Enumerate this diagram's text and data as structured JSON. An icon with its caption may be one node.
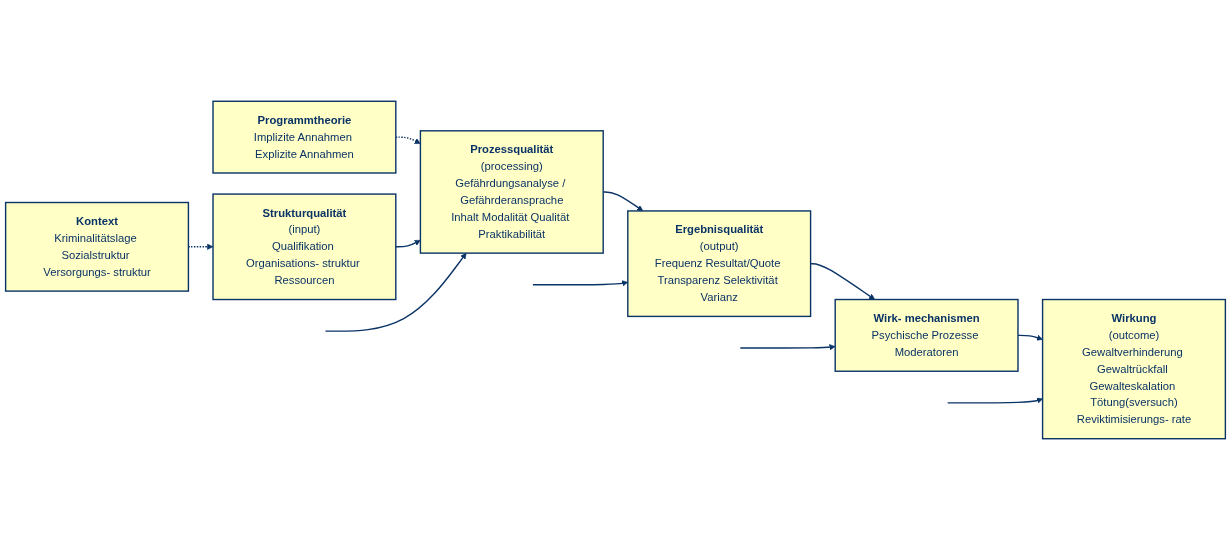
{
  "diagram": {
    "nodes": [
      {
        "text": [
          "Kontext",
          "Kriminalitätslage Sozialstruktur Versorgungs- struktur"
        ]
      },
      {
        "text": [
          "Programmtheorie",
          "Implizite Annahmen Explizite Annahmen"
        ]
      },
      {
        "text": [
          "Strukturqualität",
          "(input)",
          "Qualifikation Organisations- struktur Ressourcen"
        ]
      },
      {
        "text": [
          "Prozessqualität",
          "(processing)",
          "Gefährdungsanalyse / Gefährderansprache",
          "Inhalt Modalität Qualität Praktikabilität"
        ]
      },
      {
        "text": [
          "Ergebnisqualität",
          "(output)",
          "Frequenz Resultat/Quote Transparenz Selektivität Varianz"
        ]
      },
      {
        "text": [
          "Wirk- mechanismen",
          "Psychische Prozesse Moderatoren"
        ]
      },
      {
        "text": [
          "Wirkung",
          "(outcome)",
          "Gewaltverhinderung Gewaltrückfall Gewalteskalation Tötung(sversuch)",
          "Reviktimisierungs- rate"
        ]
      }
    ],
    "edges": [
      {
        "from": 0,
        "to": 2,
        "arrow": "to",
        "style": "dashed"
      },
      {
        "from": 1,
        "to": 3,
        "arrow": "to",
        "style": "dashed"
      },
      {
        "from": 2,
        "to": 3,
        "arrow": "to"
      },
      {
        "from": 3,
        "to": 4,
        "arrow": "to"
      },
      {
        "from": 4,
        "to": 5,
        "arrow": "to"
      },
      {
        "from": 5,
        "to": 6,
        "arrow": "to"
      },
      {
        "from": null,
        "to": 3,
        "arrow": "to"
      },
      {
        "from": null,
        "to": 4,
        "arrow": "to"
      },
      {
        "from": null,
        "to": 5,
        "arrow": "to"
      },
      {
        "from": null,
        "to": 6,
        "arrow": "to"
      }
    ]
  }
}
